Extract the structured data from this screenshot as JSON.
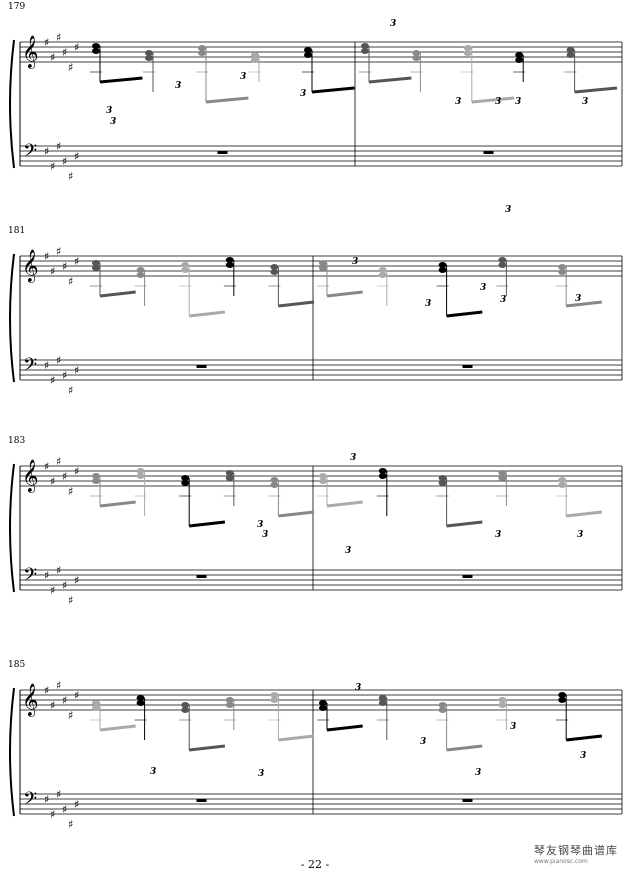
{
  "page": {
    "number_label": "- 22 -"
  },
  "watermark": {
    "text": "琴友钢琴曲谱库",
    "sub": "www.pianosc.com"
  },
  "key_signature": {
    "sharps": 6
  },
  "systems": [
    {
      "first_measure": "179",
      "tuplets": [
        "3",
        "3",
        "3",
        "3",
        "3",
        "3",
        "3",
        "3",
        "3",
        "3"
      ]
    },
    {
      "first_measure": "181",
      "tuplets": [
        "3",
        "3",
        "3",
        "3",
        "3",
        "3"
      ]
    },
    {
      "first_measure": "183",
      "tuplets": [
        "3",
        "3",
        "3",
        "3",
        "3",
        "3"
      ]
    },
    {
      "first_measure": "185",
      "tuplets": [
        "3",
        "3",
        "3",
        "3",
        "3",
        "3",
        "3"
      ]
    }
  ]
}
